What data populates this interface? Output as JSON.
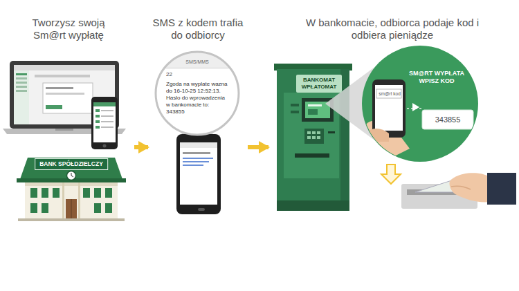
{
  "diagram": {
    "nodes": [
      {
        "text": [
          "Tworzysz swoją Sm@rt wypłatę"
        ]
      },
      {
        "text": [
          "SMS z kodem trafia do odbiorcy"
        ]
      },
      {
        "text": [
          "W bankomacie, odbiorca podaje kod i odbiera pieniądze"
        ]
      },
      {
        "text": [
          "BANK SPÓŁDZIELCZY"
        ],
        "in": 0
      },
      {
        "text": [
          "SMS/MMS",
          "22",
          "Zgoda na wyplate wazna do 16-10-25 12:52:13. Haslo do wprowadzenia w bankomacie to: 343855"
        ],
        "in": 1
      },
      {
        "text": [
          "BANKOMAT WPŁATOMAT"
        ],
        "in": 2
      },
      {
        "text": [
          "SM@RT WYPŁATA WPISZ KOD",
          "sm@rt kod",
          "343855"
        ],
        "in": 2
      }
    ],
    "edges": [
      {
        "from": 0,
        "to": 1,
        "arrow": "to"
      },
      {
        "from": 1,
        "to": 2,
        "arrow": "to"
      }
    ]
  }
}
